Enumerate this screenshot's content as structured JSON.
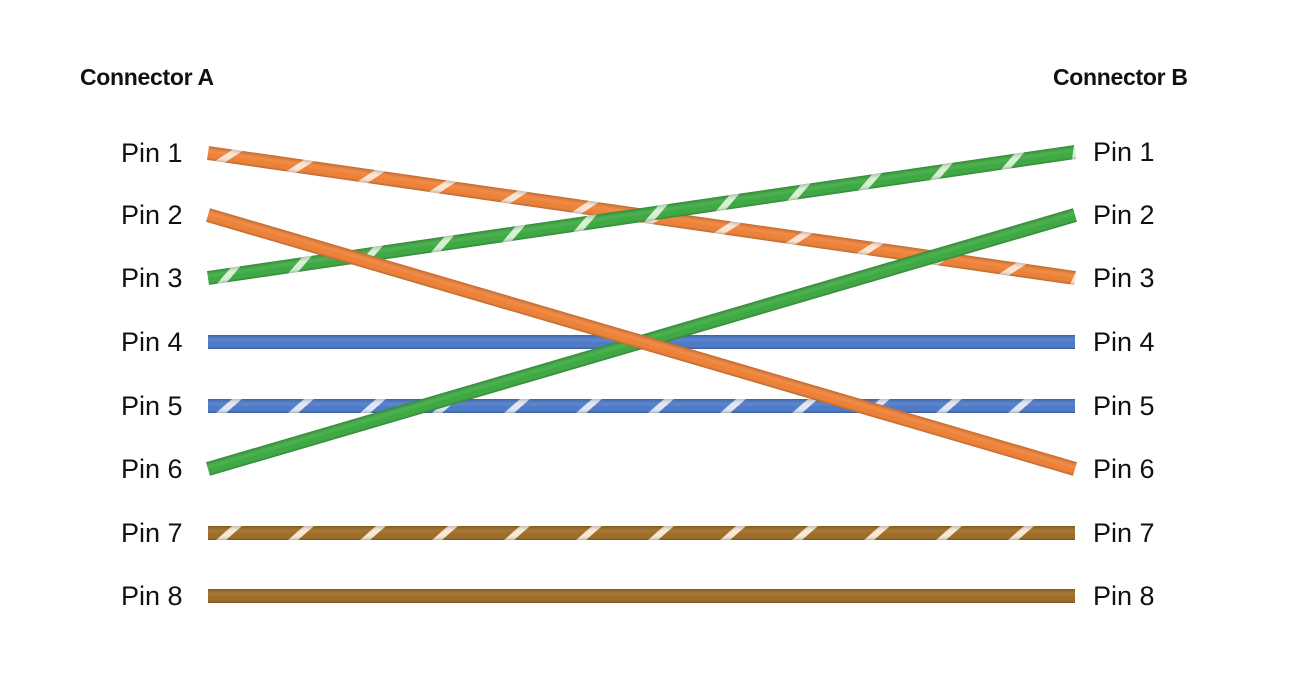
{
  "connector_a": {
    "title": "Connector A",
    "pins": [
      "Pin 1",
      "Pin 2",
      "Pin 3",
      "Pin 4",
      "Pin 5",
      "Pin 6",
      "Pin 7",
      "Pin 8"
    ]
  },
  "connector_b": {
    "title": "Connector B",
    "pins": [
      "Pin 1",
      "Pin 2",
      "Pin 3",
      "Pin 4",
      "Pin 5",
      "Pin 6",
      "Pin 7",
      "Pin 8"
    ]
  },
  "colors": {
    "orange": "#ee7f34",
    "green": "#3aa83f",
    "blue": "#4a78c8",
    "brown": "#9c6a22",
    "stripe_orange": "#fbe3cf",
    "stripe_green": "#d6f0d2",
    "stripe_blue": "#dfe6f5",
    "stripe_brown": "#f5e8d4"
  },
  "wires": [
    {
      "name": "orange-white",
      "from": 1,
      "to": 3,
      "color": "orange",
      "striped": true
    },
    {
      "name": "orange",
      "from": 2,
      "to": 6,
      "color": "orange",
      "striped": false
    },
    {
      "name": "green-white",
      "from": 3,
      "to": 1,
      "color": "green",
      "striped": true
    },
    {
      "name": "blue",
      "from": 4,
      "to": 4,
      "color": "blue",
      "striped": false
    },
    {
      "name": "blue-white",
      "from": 5,
      "to": 5,
      "color": "blue",
      "striped": true
    },
    {
      "name": "green",
      "from": 6,
      "to": 2,
      "color": "green",
      "striped": false
    },
    {
      "name": "brown-white",
      "from": 7,
      "to": 7,
      "color": "brown",
      "striped": true
    },
    {
      "name": "brown",
      "from": 8,
      "to": 8,
      "color": "brown",
      "striped": false
    }
  ]
}
